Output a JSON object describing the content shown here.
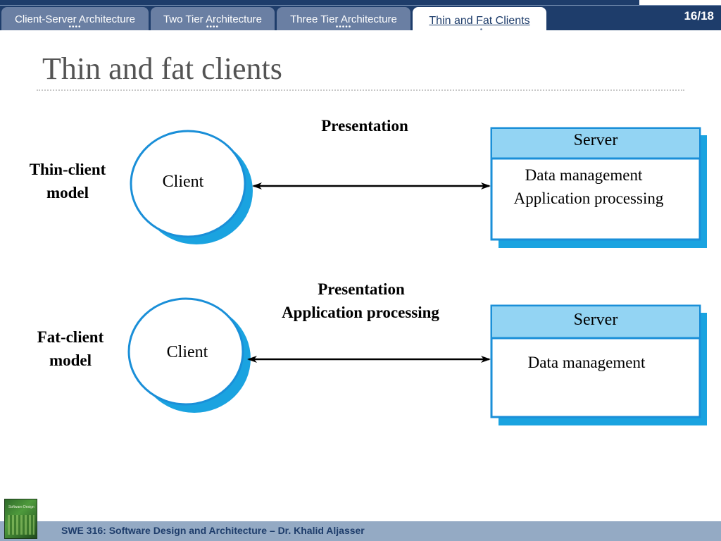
{
  "nav": {
    "tabs": [
      {
        "label": "Client-Server Architecture",
        "dots": "••••"
      },
      {
        "label": "Two Tier Architecture",
        "dots": "••••"
      },
      {
        "label": "Three Tier Architecture",
        "dots": "•••••"
      },
      {
        "label": "Thin and Fat Clients",
        "dots": "•"
      }
    ],
    "active_tab": 3,
    "page_number": "16/18"
  },
  "slide": {
    "title": "Thin and fat clients"
  },
  "diagram": {
    "thin": {
      "model_label_line1": "Thin-client",
      "model_label_line2": "model",
      "client_label": "Client",
      "link_label": "Presentation",
      "server_title": "Server",
      "server_line1": "Data management",
      "server_line2": "Application processing"
    },
    "fat": {
      "model_label_line1": "Fat-client",
      "model_label_line2": "model",
      "client_label": "Client",
      "link_label_line1": "Presentation",
      "link_label_line2": "Application processing",
      "server_title": "Server",
      "server_line1": "Data management"
    },
    "colors": {
      "shadow_blue": "#1aa3e0",
      "header_blue": "#93d4f3",
      "outline_blue": "#1a8fd8"
    }
  },
  "footer": {
    "text": "SWE 316: Software Design and Architecture – Dr. Khalid Aljasser",
    "book_thumb_text": "Software Design"
  }
}
